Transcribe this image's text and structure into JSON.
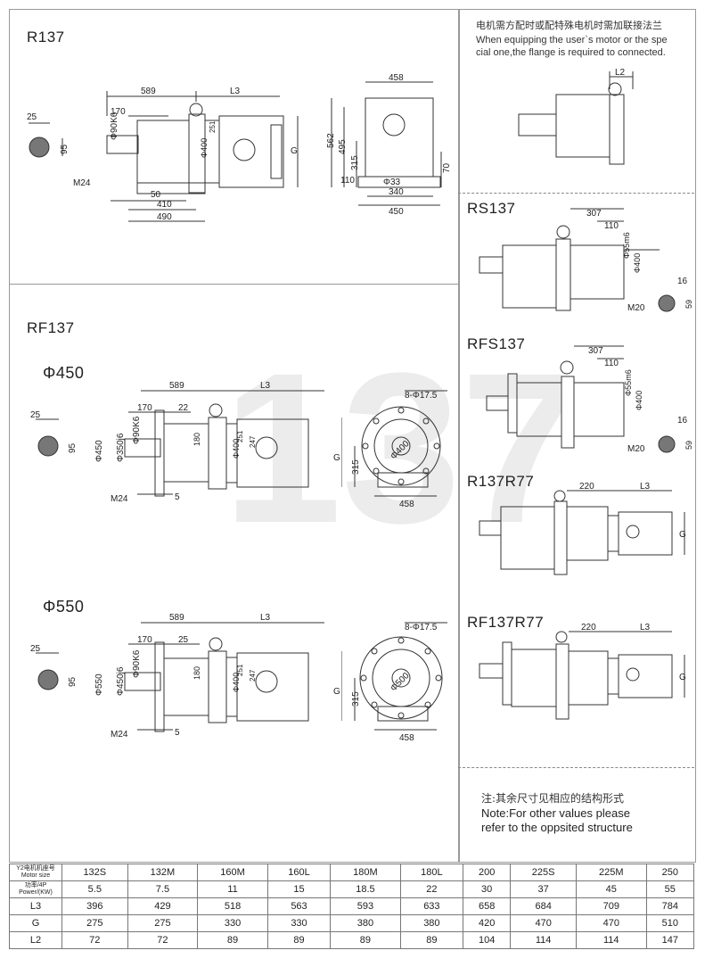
{
  "sections": {
    "r137": "R137",
    "rf137": "RF137",
    "phi450": "Φ450",
    "phi550": "Φ550",
    "rs137": "RS137",
    "rfs137": "RFS137",
    "r137r77": "R137R77",
    "rf137r77": "RF137R77"
  },
  "top_note": {
    "cn": "电机需方配时或配特殊电机时需加联接法兰",
    "en1": "When equipping the user`s motor or the spe",
    "en2": "cial one,the flange is required to connected."
  },
  "bottom_note": {
    "cn": "注:其余尺寸见相应的结构形式",
    "en1": "Note:For other values please",
    "en2": "refer to the oppsited structure"
  },
  "watermark": "137",
  "dims": {
    "r137": {
      "d25": "25",
      "d589": "589",
      "l3": "L3",
      "d170": "170",
      "k6": "Φ90K6",
      "d95": "95",
      "m24": "M24",
      "d50": "50",
      "d410": "410",
      "d490": "490",
      "d400": "Φ400",
      "d251": "251",
      "g": "G",
      "s458": "458",
      "s562": "562",
      "s495": "495",
      "s315": "315",
      "s70": "70",
      "s110": "110",
      "s33": "Φ33",
      "s340": "340",
      "s450": "450"
    },
    "l2": "L2",
    "rs137": {
      "d307": "307",
      "d110": "110",
      "m6": "Φ55m6",
      "d400": "Φ400",
      "m20": "M20",
      "d16": "16",
      "d59": "59"
    },
    "rfs137": {
      "d307": "307",
      "d110": "110",
      "m6": "Φ55m6",
      "d400": "Φ400",
      "m20": "M20",
      "d16": "16",
      "d59": "59"
    },
    "rf450": {
      "d25": "25",
      "d589": "589",
      "l3": "L3",
      "d170": "170",
      "d22": "22",
      "k6": "Φ90K6",
      "d95": "95",
      "d450": "Φ450",
      "j6": "Φ350j6",
      "m24": "M24",
      "d5": "5",
      "d180": "180",
      "d400": "Φ400",
      "d251": "251",
      "d247": "247",
      "g": "G",
      "bolt": "8-Φ17.5",
      "pcd": "Φ400",
      "d315": "315",
      "d458": "458"
    },
    "rf550": {
      "d25": "25",
      "d589": "589",
      "l3": "L3",
      "d170": "170",
      "d25b": "25",
      "k6": "Φ90K6",
      "d95": "95",
      "d550": "Φ550",
      "j6": "Φ450j6",
      "m24": "M24",
      "d5": "5",
      "d180": "180",
      "d400": "Φ400",
      "d251": "251",
      "d247": "247",
      "g": "G",
      "bolt": "8-Φ17.5",
      "pcd": "Φ500",
      "d315": "315",
      "d458": "458"
    },
    "r137r77": {
      "d220": "220",
      "l3": "L3",
      "g": "G"
    },
    "rf137r77": {
      "d220": "220",
      "l3": "L3",
      "g": "G"
    }
  },
  "table": {
    "header": {
      "cn": "Y2电机机座号",
      "en": "Motor size",
      "p_cn": "功率/4P",
      "p_en": "Power/(KW)"
    },
    "motor_sizes": [
      "132S",
      "132M",
      "160M",
      "160L",
      "180M",
      "180L",
      "200",
      "225S",
      "225M",
      "250"
    ],
    "rows": [
      {
        "label": "",
        "values": [
          "5.5",
          "7.5",
          "11",
          "15",
          "18.5",
          "22",
          "30",
          "37",
          "45",
          "55"
        ]
      },
      {
        "label": "L3",
        "values": [
          "396",
          "429",
          "518",
          "563",
          "593",
          "633",
          "658",
          "684",
          "709",
          "784"
        ]
      },
      {
        "label": "G",
        "values": [
          "275",
          "275",
          "330",
          "330",
          "380",
          "380",
          "420",
          "470",
          "470",
          "510"
        ]
      },
      {
        "label": "L2",
        "values": [
          "72",
          "72",
          "89",
          "89",
          "89",
          "89",
          "104",
          "114",
          "114",
          "147"
        ]
      }
    ]
  }
}
